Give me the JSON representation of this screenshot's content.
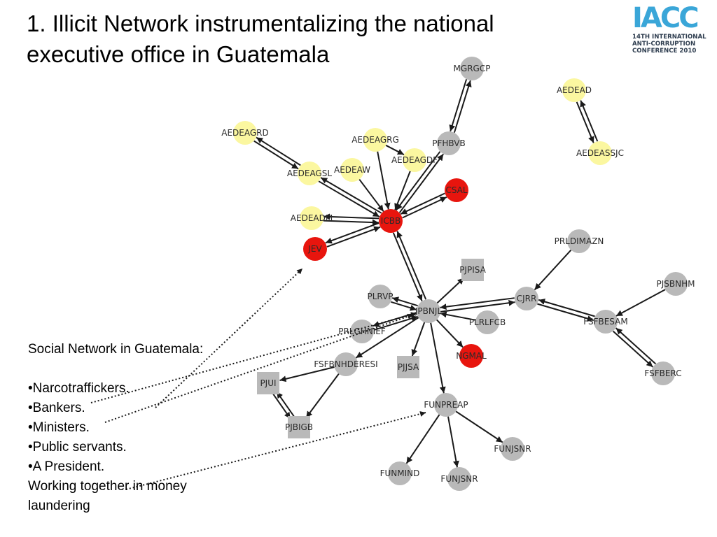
{
  "title": "1. Illicit Network instrumentalizing the national executive office in Guatemala",
  "logo": {
    "letters": "IACC",
    "lines": [
      "14TH INTERNATIONAL",
      "ANTI-CORRUPTION",
      "CONFERENCE 2010"
    ]
  },
  "legend": {
    "heading": "Social Network in Guatemala:",
    "items": [
      "Narcotraffickers.",
      "Bankers.",
      "Ministers.",
      "Public servants.",
      "A President."
    ],
    "footer": "Working together in money laundering"
  },
  "colors": {
    "yellow": "#fbf7a0",
    "red": "#e8150e",
    "gray": "#b9b9b9"
  },
  "network": {
    "nodes": [
      {
        "id": "MGRGCP",
        "label": "MGRGCP",
        "type": "gray",
        "shape": "circle"
      },
      {
        "id": "PFHBVB",
        "label": "PFHBVB",
        "type": "gray",
        "shape": "circle"
      },
      {
        "id": "AEDEAD",
        "label": "AEDEAD",
        "type": "yellow",
        "shape": "circle"
      },
      {
        "id": "AEDEASSJC",
        "label": "AEDEASSJC",
        "type": "yellow",
        "shape": "circle"
      },
      {
        "id": "AEDEAGRD",
        "label": "AEDEAGRD",
        "type": "yellow",
        "shape": "circle"
      },
      {
        "id": "AEDEAGRG",
        "label": "AEDEAGRG",
        "type": "yellow",
        "shape": "circle"
      },
      {
        "id": "AEDEAGDF",
        "label": "AEDEAGDF",
        "type": "yellow",
        "shape": "circle"
      },
      {
        "id": "AEDEAGSL",
        "label": "AEDEAGSL",
        "type": "yellow",
        "shape": "circle"
      },
      {
        "id": "AEDEAW",
        "label": "AEDEAW",
        "type": "yellow",
        "shape": "circle"
      },
      {
        "id": "CSAL",
        "label": "CSAL",
        "type": "red",
        "shape": "circle"
      },
      {
        "id": "AEDEADM",
        "label": "AEDEADM",
        "type": "yellow",
        "shape": "circle"
      },
      {
        "id": "ICBB",
        "label": "ICBB",
        "type": "red",
        "shape": "circle"
      },
      {
        "id": "JEV",
        "label": "JEV",
        "type": "red",
        "shape": "circle"
      },
      {
        "id": "PRLDIMAZN",
        "label": "PRLDIMAZN",
        "type": "gray",
        "shape": "circle"
      },
      {
        "id": "PJPISA",
        "label": "PJPISA",
        "type": "gray",
        "shape": "square"
      },
      {
        "id": "PJSBNHM",
        "label": "PJSBNHM",
        "type": "gray",
        "shape": "circle"
      },
      {
        "id": "PLRVP",
        "label": "PLRVP",
        "type": "gray",
        "shape": "circle"
      },
      {
        "id": "JPBNJL",
        "label": "JPBNJL",
        "type": "gray",
        "shape": "circle"
      },
      {
        "id": "CJRR",
        "label": "CJRR",
        "type": "gray",
        "shape": "circle"
      },
      {
        "id": "PRLGHNIEF",
        "label": "PRLGHNIEF",
        "type": "gray",
        "shape": "circle"
      },
      {
        "id": "PLRLFCB",
        "label": "PLRLFCB",
        "type": "gray",
        "shape": "circle"
      },
      {
        "id": "FSFBESAM",
        "label": "FSFBESAM",
        "type": "gray",
        "shape": "circle"
      },
      {
        "id": "FSFBNHDERESI",
        "label": "FSFBNHDERESI",
        "type": "gray",
        "shape": "circle"
      },
      {
        "id": "NGMAL",
        "label": "NGMAL",
        "type": "red",
        "shape": "circle"
      },
      {
        "id": "PJJSA",
        "label": "PJJSA",
        "type": "gray",
        "shape": "square"
      },
      {
        "id": "PJUI",
        "label": "PJUI",
        "type": "gray",
        "shape": "square"
      },
      {
        "id": "FSFBERC",
        "label": "FSFBERC",
        "type": "gray",
        "shape": "circle"
      },
      {
        "id": "FUNPREAP",
        "label": "FUNPREAP",
        "type": "gray",
        "shape": "circle"
      },
      {
        "id": "PJBIGB",
        "label": "PJBIGB",
        "type": "gray",
        "shape": "square"
      },
      {
        "id": "FUNJSNR1",
        "label": "FUNJSNR",
        "type": "gray",
        "shape": "circle"
      },
      {
        "id": "FUNMIND",
        "label": "FUNMIND",
        "type": "gray",
        "shape": "circle"
      },
      {
        "id": "FUNJSNR2",
        "label": "FUNJSNR",
        "type": "gray",
        "shape": "circle"
      }
    ],
    "edges": [
      {
        "from": "PFHBVB",
        "to": "MGRGCP",
        "bidirectional": true
      },
      {
        "from": "AEDEAD",
        "to": "AEDEASSJC",
        "bidirectional": true
      },
      {
        "from": "AEDEAGRD",
        "to": "AEDEAGSL",
        "bidirectional": true
      },
      {
        "from": "AEDEAGSL",
        "to": "ICBB",
        "bidirectional": true
      },
      {
        "from": "AEDEAW",
        "to": "ICBB",
        "bidirectional": false
      },
      {
        "from": "AEDEAGRG",
        "to": "ICBB",
        "bidirectional": false
      },
      {
        "from": "AEDEAGRG",
        "to": "AEDEAGDF",
        "bidirectional": false
      },
      {
        "from": "AEDEAGDF",
        "to": "ICBB",
        "bidirectional": false
      },
      {
        "from": "PFHBVB",
        "to": "ICBB",
        "bidirectional": true
      },
      {
        "from": "CSAL",
        "to": "ICBB",
        "bidirectional": true
      },
      {
        "from": "AEDEADM",
        "to": "ICBB",
        "bidirectional": true
      },
      {
        "from": "ICBB",
        "to": "JEV",
        "bidirectional": true
      },
      {
        "from": "ICBB",
        "to": "JPBNJL",
        "bidirectional": true
      },
      {
        "from": "JPBNJL",
        "to": "PJPISA",
        "bidirectional": false
      },
      {
        "from": "PLRVP",
        "to": "JPBNJL",
        "bidirectional": true
      },
      {
        "from": "JPBNJL",
        "to": "CJRR",
        "bidirectional": true
      },
      {
        "from": "PRLDIMAZN",
        "to": "CJRR",
        "bidirectional": false
      },
      {
        "from": "CJRR",
        "to": "FSFBESAM",
        "bidirectional": true
      },
      {
        "from": "PJSBNHM",
        "to": "FSFBESAM",
        "bidirectional": false
      },
      {
        "from": "FSFBESAM",
        "to": "FSFBERC",
        "bidirectional": true
      },
      {
        "from": "PLRLFCB",
        "to": "JPBNJL",
        "bidirectional": false
      },
      {
        "from": "JPBNJL",
        "to": "PRLGHNIEF",
        "bidirectional": true
      },
      {
        "from": "JPBNJL",
        "to": "FSFBNHDERESI",
        "bidirectional": false
      },
      {
        "from": "JPBNJL",
        "to": "NGMAL",
        "bidirectional": false
      },
      {
        "from": "JPBNJL",
        "to": "PJJSA",
        "bidirectional": false
      },
      {
        "from": "JPBNJL",
        "to": "FUNPREAP",
        "bidirectional": false
      },
      {
        "from": "FSFBNHDERESI",
        "to": "PJUI",
        "bidirectional": false
      },
      {
        "from": "FSFBNHDERESI",
        "to": "PJBIGB",
        "bidirectional": false
      },
      {
        "from": "PJUI",
        "to": "PJBIGB",
        "bidirectional": true
      },
      {
        "from": "FUNPREAP",
        "to": "FUNJSNR1",
        "bidirectional": false
      },
      {
        "from": "FUNPREAP",
        "to": "FUNMIND",
        "bidirectional": false
      },
      {
        "from": "FUNPREAP",
        "to": "FUNJSNR2",
        "bidirectional": false
      }
    ]
  }
}
